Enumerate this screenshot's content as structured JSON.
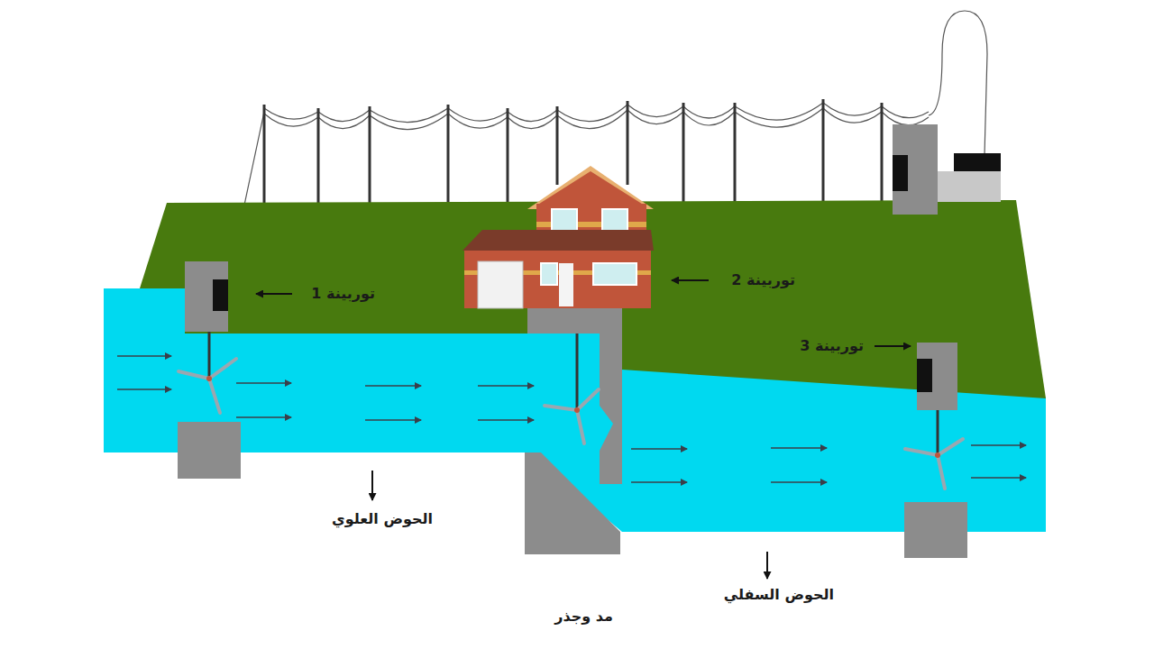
{
  "diagram": {
    "labels": [
      "توربينة 1",
      "توربينة 2",
      "توربينة 3",
      "الحوض العلوي",
      "الحوض السفلي",
      "مد وجذر"
    ]
  }
}
